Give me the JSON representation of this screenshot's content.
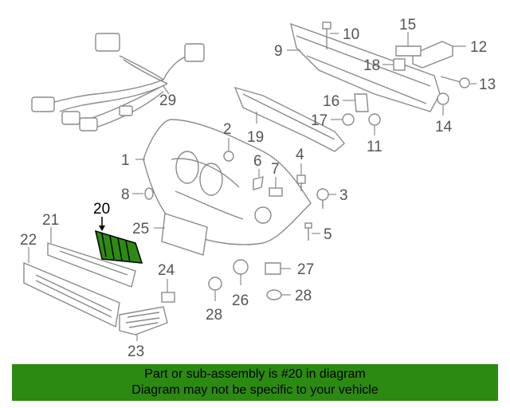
{
  "callouts": [
    {
      "id": "1",
      "label": "1"
    },
    {
      "id": "2",
      "label": "2"
    },
    {
      "id": "3",
      "label": "3"
    },
    {
      "id": "4",
      "label": "4"
    },
    {
      "id": "5",
      "label": "5"
    },
    {
      "id": "6",
      "label": "6"
    },
    {
      "id": "7",
      "label": "7"
    },
    {
      "id": "8",
      "label": "8"
    },
    {
      "id": "9",
      "label": "9"
    },
    {
      "id": "10",
      "label": "10"
    },
    {
      "id": "11",
      "label": "11"
    },
    {
      "id": "12",
      "label": "12"
    },
    {
      "id": "13",
      "label": "13"
    },
    {
      "id": "14",
      "label": "14"
    },
    {
      "id": "15",
      "label": "15"
    },
    {
      "id": "16",
      "label": "16"
    },
    {
      "id": "17",
      "label": "17"
    },
    {
      "id": "18",
      "label": "18"
    },
    {
      "id": "19",
      "label": "19"
    },
    {
      "id": "20",
      "label": "20"
    },
    {
      "id": "21",
      "label": "21"
    },
    {
      "id": "22",
      "label": "22"
    },
    {
      "id": "23",
      "label": "23"
    },
    {
      "id": "24",
      "label": "24"
    },
    {
      "id": "25",
      "label": "25"
    },
    {
      "id": "26",
      "label": "26"
    },
    {
      "id": "27",
      "label": "27"
    },
    {
      "id": "28a",
      "label": "28"
    },
    {
      "id": "28b",
      "label": "28"
    },
    {
      "id": "29",
      "label": "29"
    }
  ],
  "highlighted_part": "20",
  "colors": {
    "highlight": "#2e8b12",
    "banner": "#2c8a12",
    "line": "#8a8a8a"
  },
  "banner": {
    "line1": "Part or sub-assembly is #20 in diagram",
    "line2": "Diagram may not be specific to your vehicle"
  }
}
